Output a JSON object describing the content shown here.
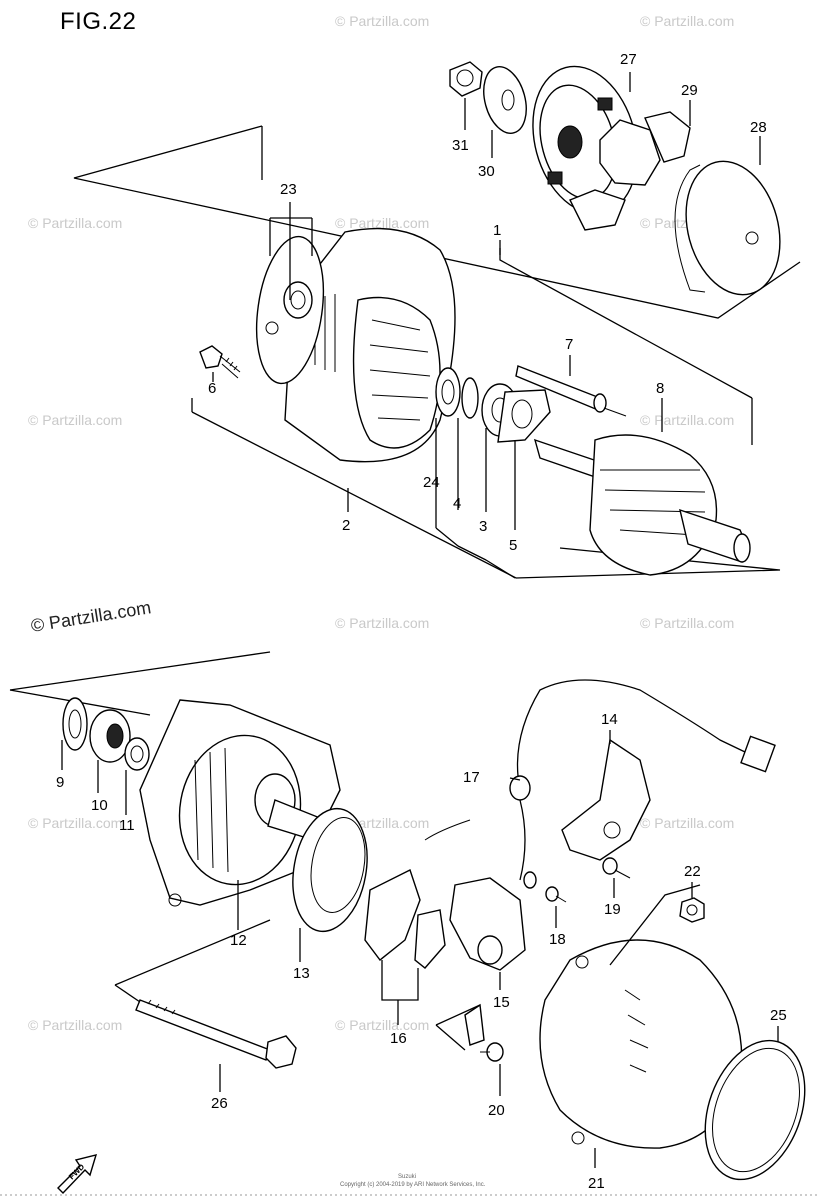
{
  "figure": {
    "title": "FIG.22"
  },
  "watermark": {
    "text": "© Partzilla.com",
    "featured_text": "© Partzilla.com"
  },
  "callouts": {
    "p1": "1",
    "p2": "2",
    "p3": "3",
    "p4": "4",
    "p5": "5",
    "p6": "6",
    "p7": "7",
    "p8": "8",
    "p9": "9",
    "p10": "10",
    "p11": "11",
    "p12": "12",
    "p13": "13",
    "p14": "14",
    "p15": "15",
    "p16": "16",
    "p17": "17",
    "p18": "18",
    "p19": "19",
    "p20": "20",
    "p21": "21",
    "p22": "22",
    "p23": "23",
    "p24": "24",
    "p25": "25",
    "p26": "26",
    "p27": "27",
    "p28": "28",
    "p29": "29",
    "p30": "30",
    "p31": "31"
  },
  "fwd_label": "FWD",
  "footer": {
    "line1": "Suzuki",
    "line2": "Copyright (c) 2004-2019 by ARI Network Services, Inc."
  }
}
